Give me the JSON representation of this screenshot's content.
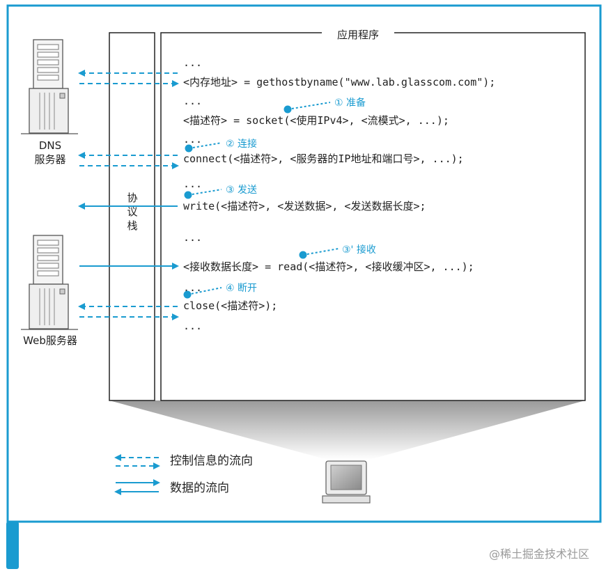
{
  "app_box_title": "应用程序",
  "protocol_stack_label": [
    "协",
    "议",
    "栈"
  ],
  "servers": {
    "dns_label_line1": "DNS",
    "dns_label_line2": "服务器",
    "web_label": "Web服务器"
  },
  "code_lines": [
    "...",
    "<内存地址> = gethostbyname(\"www.lab.glasscom.com\");",
    "...",
    "<描述符> = socket(<使用IPv4>, <流模式>, ...);",
    "...",
    "connect(<描述符>, <服务器的IP地址和端口号>, ...);",
    "...",
    "write(<描述符>, <发送数据>, <发送数据长度>;",
    "...",
    "<接收数据长度> = read(<描述符>, <接收缓冲区>, ...);",
    "...",
    "close(<描述符>);",
    "..."
  ],
  "annotations": {
    "prepare": "① 准备",
    "connect": "② 连接",
    "send": "③ 发送",
    "receive": "③' 接收",
    "disconnect": "④ 断开"
  },
  "legend": {
    "control_flow": "控制信息的流向",
    "data_flow": "数据的流向"
  },
  "watermark": "@稀土掘金技术社区",
  "colors": {
    "accent": "#1a9bd0",
    "frame": "#1a9bd0",
    "box_stroke": "#222222"
  }
}
